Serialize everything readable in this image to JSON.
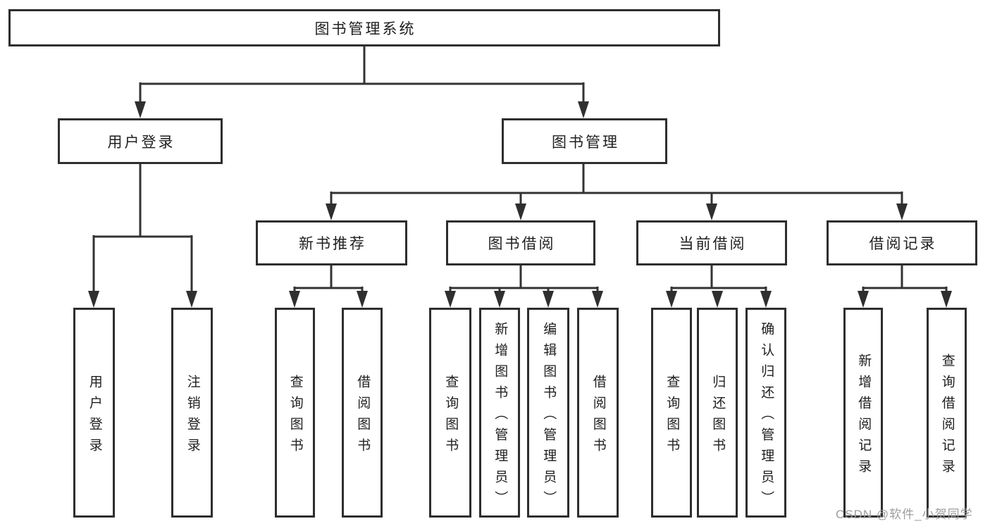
{
  "diagram": {
    "type": "hierarchy-tree",
    "root": {
      "label": "图书管理系统"
    },
    "level2": [
      {
        "label": "用户登录"
      },
      {
        "label": "图书管理"
      }
    ],
    "level3": [
      {
        "label": "新书推荐"
      },
      {
        "label": "图书借阅"
      },
      {
        "label": "当前借阅"
      },
      {
        "label": "借阅记录"
      }
    ],
    "leaves": [
      {
        "label": "用户登录",
        "parent": "用户登录"
      },
      {
        "label": "注销登录",
        "parent": "用户登录"
      },
      {
        "label": "查询图书",
        "parent": "新书推荐"
      },
      {
        "label": "借阅图书",
        "parent": "新书推荐"
      },
      {
        "label": "查询图书",
        "parent": "图书借阅"
      },
      {
        "label": "新增图书（管理员）",
        "parent": "图书借阅"
      },
      {
        "label": "编辑图书（管理员）",
        "parent": "图书借阅"
      },
      {
        "label": "借阅图书",
        "parent": "图书借阅"
      },
      {
        "label": "查询图书",
        "parent": "当前借阅"
      },
      {
        "label": "归还图书",
        "parent": "当前借阅"
      },
      {
        "label": "确认归还（管理员）",
        "parent": "当前借阅"
      },
      {
        "label": "新增借阅记录",
        "parent": "借阅记录"
      },
      {
        "label": "查询借阅记录",
        "parent": "借阅记录"
      }
    ],
    "colors": {
      "line": "#333333",
      "box_border": "#2e2e2e",
      "text": "#1f1f1f",
      "watermark": "#9c9c9c",
      "background": "#ffffff"
    }
  },
  "watermark": {
    "text": "CSDN @软件_小贺同学"
  }
}
